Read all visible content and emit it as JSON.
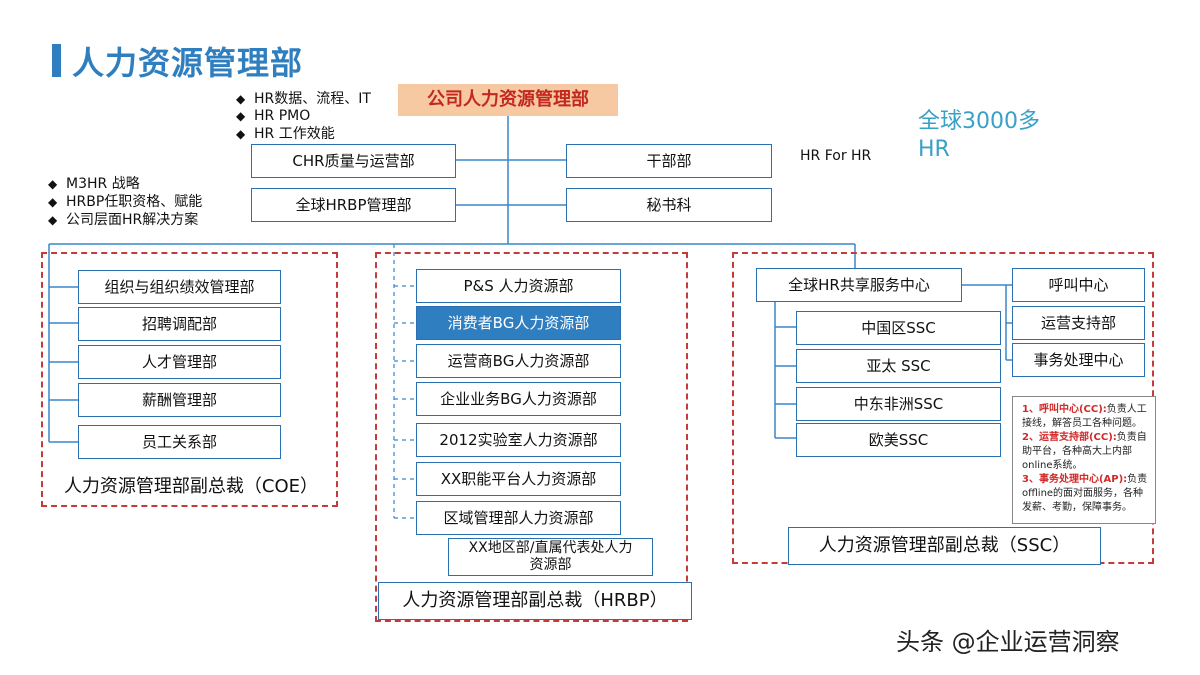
{
  "title": "人力资源管理部",
  "top_node": "公司人力资源管理部",
  "top_bullets": [
    "HR数据、流程、IT",
    "HR PMO",
    "HR 工作效能"
  ],
  "left_bullets": [
    "M3HR 战略",
    "HRBP任职资格、赋能",
    "公司层面HR解决方案"
  ],
  "bullet_symbol": "◆",
  "staff_left": [
    "CHR质量与运营部",
    "全球HRBP管理部"
  ],
  "staff_right": [
    "干部部",
    "秘书科"
  ],
  "hr_for_hr": "HR For HR",
  "global_count": {
    "line1": "全球3000多",
    "line2": "HR"
  },
  "coe": {
    "departments": [
      "组织与组织绩效管理部",
      "招聘调配部",
      "人才管理部",
      "薪酬管理部",
      "员工关系部"
    ],
    "vp_label": "人力资源管理部副总裁（COE）"
  },
  "hrbp": {
    "departments": [
      "P&S 人力资源部",
      "消费者BG人力资源部",
      "运营商BG人力资源部",
      "企业业务BG人力资源部",
      "2012实验室人力资源部",
      "XX职能平台人力资源部",
      "区域管理部人力资源部"
    ],
    "regional": "XX地区部/直属代表处人力资源部",
    "vp_label": "人力资源管理部副总裁（HRBP）"
  },
  "ssc": {
    "center": "全球HR共享服务中心",
    "regions": [
      "中国区SSC",
      "亚太 SSC",
      "中东非洲SSC",
      "欧美SSC"
    ],
    "functions": [
      "呼叫中心",
      "运营支持部",
      "事务处理中心"
    ],
    "notes": [
      {
        "label": "1、呼叫中心(CC):",
        "text": "负责人工接线，解答员工各种问题。"
      },
      {
        "label": "2、运营支持部(CC):",
        "text": "负责自助平台，各种高大上内部online系统。"
      },
      {
        "label": "3、事务处理中心(AP):",
        "text": "负责offline的面对面服务，各种发薪、考勤，保障事务。"
      }
    ],
    "vp_label": "人力资源管理部副总裁（SSC）"
  },
  "watermark": "头条 @企业运营洞察",
  "colors": {
    "title_blue": "#2f7fc0",
    "top_fill": "#f7c9a3",
    "top_text": "#c3281f",
    "dash_red": "#c63a3a",
    "line_blue": "#3a86c8",
    "global_text": "#39a0c8",
    "note_red": "#d12a2a"
  }
}
